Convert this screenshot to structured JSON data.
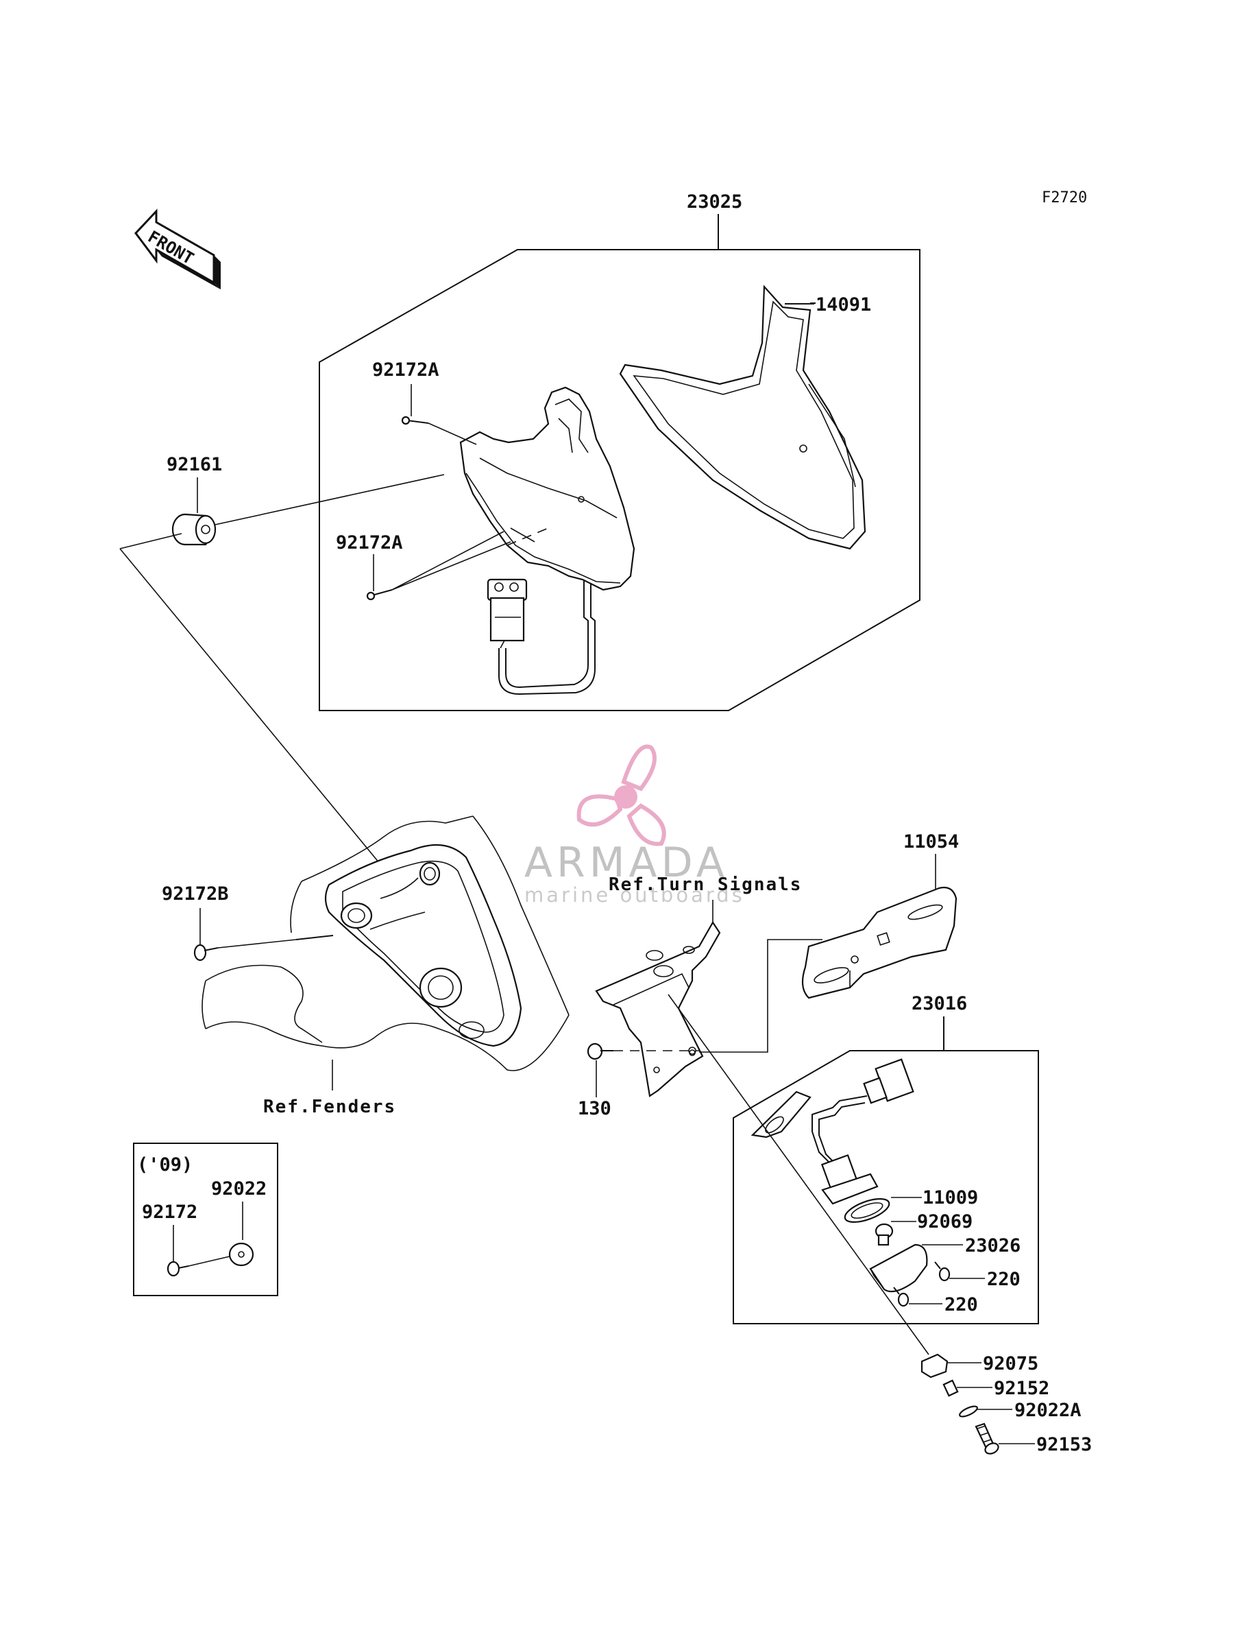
{
  "figure_code": "F2720",
  "front_arrow": "FRONT",
  "watermark": {
    "brand": "ARMADA",
    "tagline": "marine outboards"
  },
  "labels": {
    "p23025": "23025",
    "p14091": "14091",
    "p92172A_top": "92172A",
    "p92172A_bottom": "92172A",
    "p92161": "92161",
    "p92172B": "92172B",
    "ref_fenders": "Ref.Fenders",
    "ref_turn_signals": "Ref.Turn Signals",
    "p11054": "11054",
    "p130": "130",
    "p23016": "23016",
    "p11009": "11009",
    "p92069": "92069",
    "p23026": "23026",
    "p220_a": "220",
    "p220_b": "220",
    "p92075": "92075",
    "p92152": "92152",
    "p92022A": "92022A",
    "p92153": "92153",
    "inset_year": "('09)",
    "inset_92022": "92022",
    "inset_92172": "92172"
  }
}
